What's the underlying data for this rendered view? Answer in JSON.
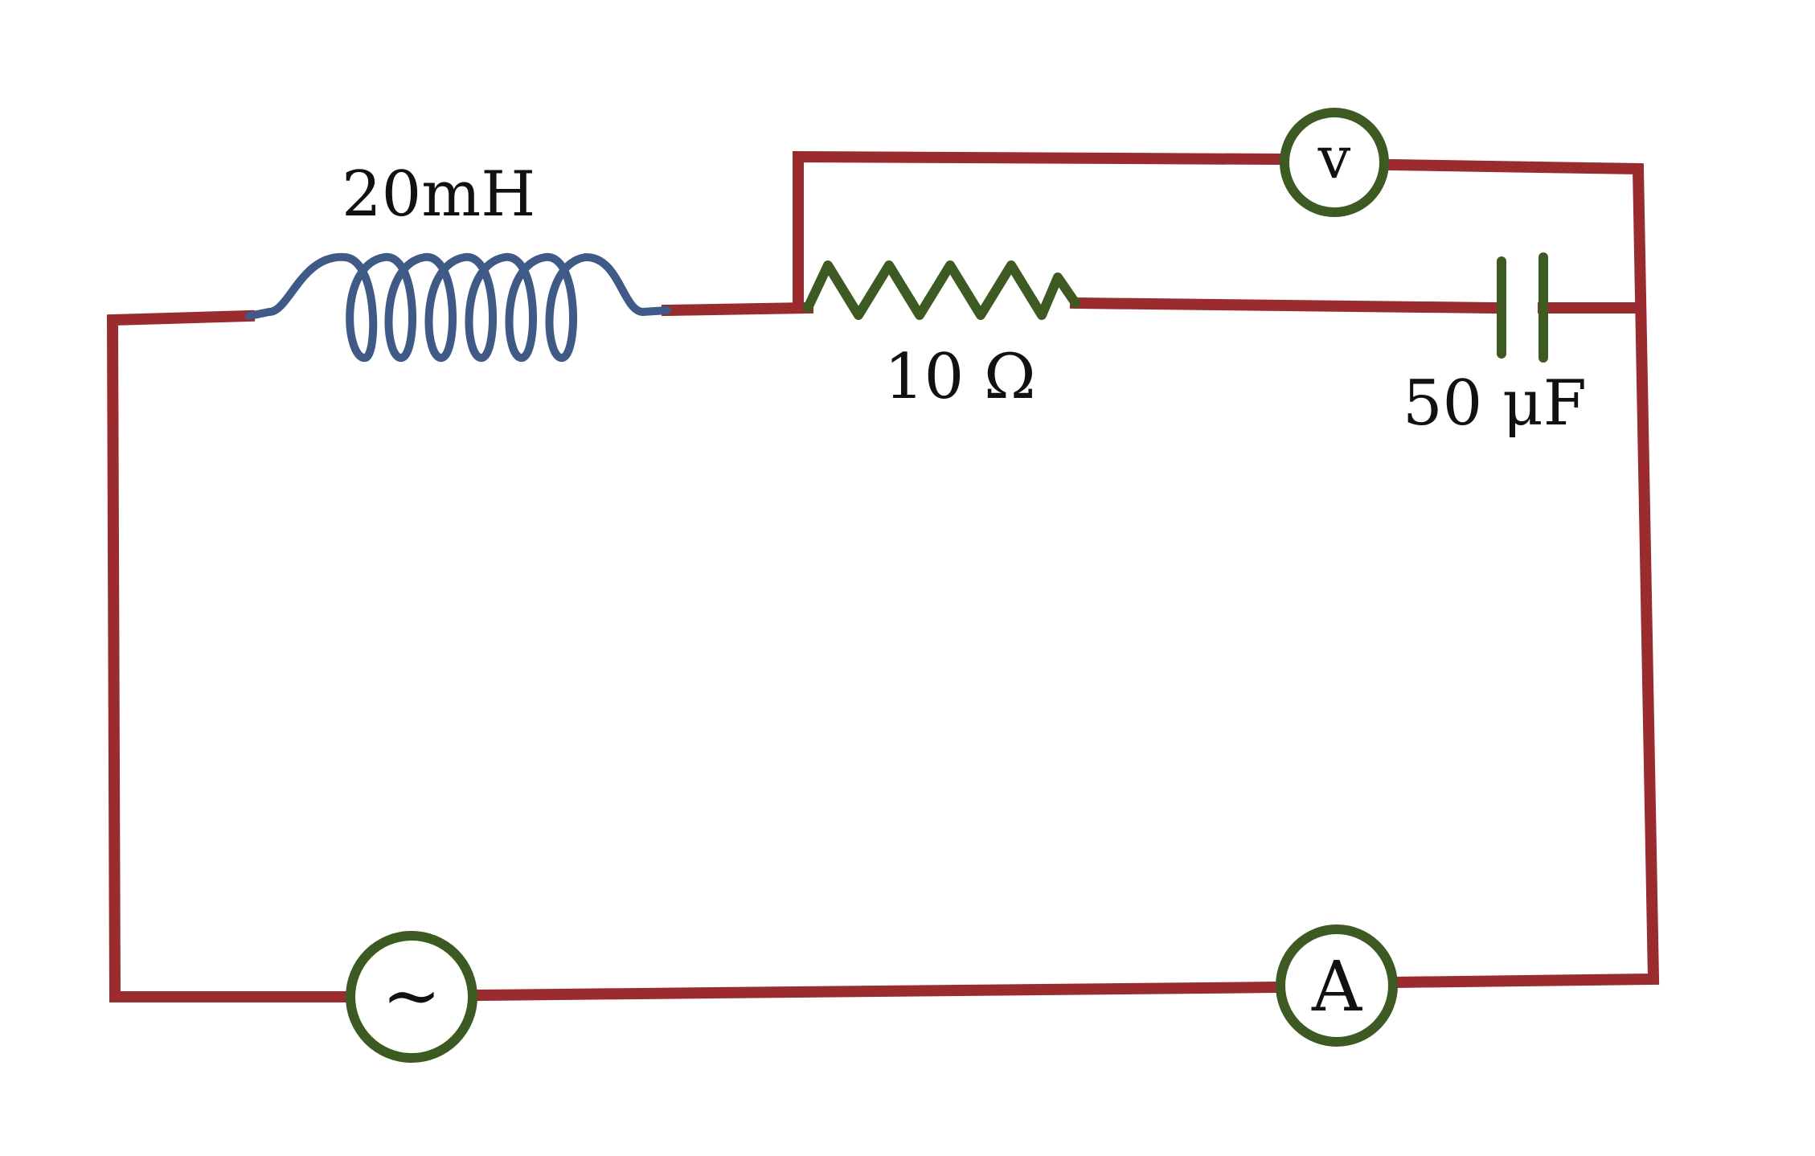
{
  "components": {
    "inductor": {
      "label": "20mH"
    },
    "resistor": {
      "label": "10 Ω"
    },
    "capacitor": {
      "label": "50 μF"
    },
    "voltmeter": {
      "symbol": "v"
    },
    "ammeter": {
      "symbol": "A"
    },
    "source": {
      "symbol": "~"
    }
  },
  "colors": {
    "wire": "#9a2b2e",
    "inductor": "#3f5a86",
    "component": "#3d5a23"
  }
}
